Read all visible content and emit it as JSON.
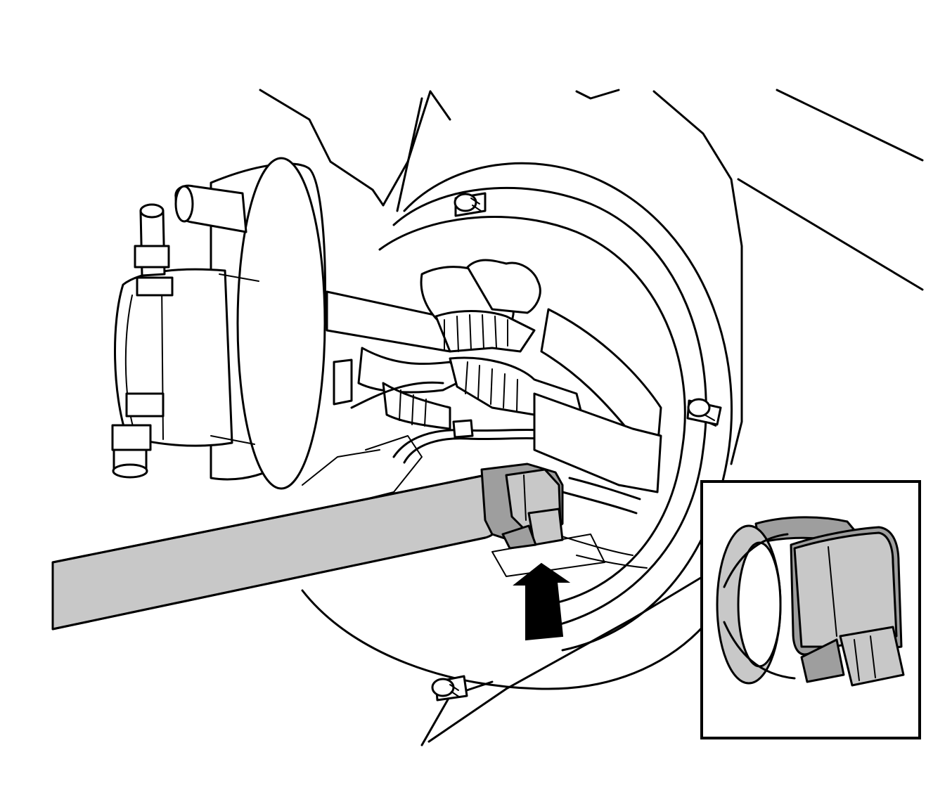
{
  "figure": {
    "colors": {
      "line": "#000000",
      "background": "#ffffff",
      "tool_fill": "#c8c8c8",
      "clamp_shade": "#9e9e9e",
      "arrow_fill": "#000000"
    },
    "icons": [
      "fuel-pump-module",
      "lock-ring",
      "mounting-studs",
      "spanner-tool",
      "direction-arrow",
      "detail-inset"
    ]
  }
}
